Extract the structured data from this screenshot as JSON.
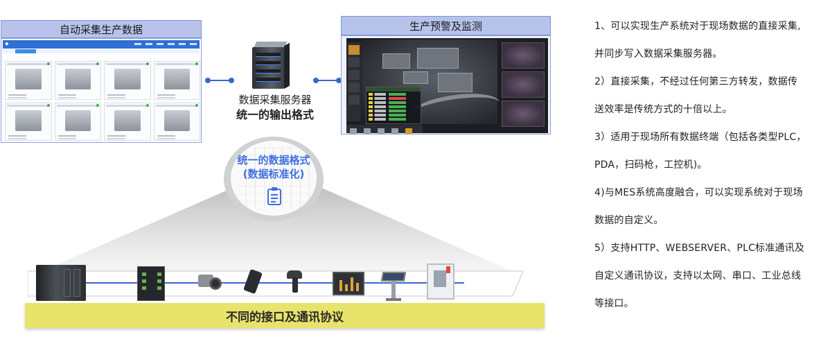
{
  "left_panel": {
    "title": "自动采集生产数据"
  },
  "right_panel": {
    "title": "生产预警及监测"
  },
  "server": {
    "label": "数据采集服务器",
    "sublabel": "统一的输出格式"
  },
  "lens": {
    "line1": "统一的数据格式",
    "line2": "(数据标准化)"
  },
  "band": {
    "label": "不同的接口及通讯协议"
  },
  "notes": [
    "1、可以实现生产系统对于现场数据的直接采集,",
    "并同步写入数据采集服务器。",
    "2）直接采集，不经过任何第三方转发，数据传",
    "送效率是传统方式的十倍以上。",
    "3）适用于现场所有数据终端（包括各类型PLC，",
    "PDA，扫码枪，工控机)。",
    "4)与MES系统高度融合，可以实现系统对于现场",
    "数据的自定义。",
    "5）支持HTTP、WEBSERVER、PLC标准通讯及",
    "自定义通讯协议，支持以太网、串口、工业总线",
    "等接口。"
  ],
  "colors": {
    "accent_blue": "#3a66d2",
    "panel_header": "#b7c3ea",
    "band_yellow": "#e8e36b",
    "lens_text": "#3f6fe0"
  }
}
